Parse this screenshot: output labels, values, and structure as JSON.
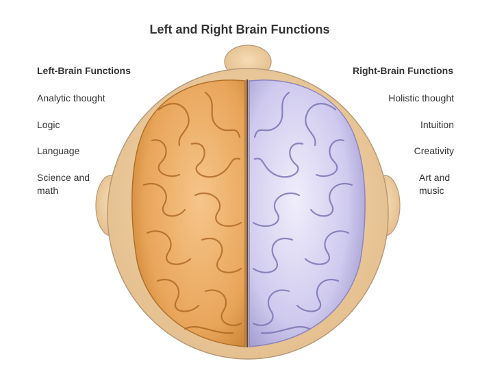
{
  "title": "Left and Right Brain Functions",
  "left": {
    "heading": "Left-Brain Functions",
    "items": [
      "Analytic thought",
      "Logic",
      "Language",
      "Science and math"
    ]
  },
  "right": {
    "heading": "Right-Brain Functions",
    "items": [
      "Holistic thought",
      "Intuition",
      "Creativity",
      "Art and music"
    ]
  },
  "colors": {
    "left_hemisphere": "#e8a55a",
    "right_hemisphere": "#c9c4ea",
    "head": "#f1d3a8",
    "head_outline": "#b89877"
  }
}
